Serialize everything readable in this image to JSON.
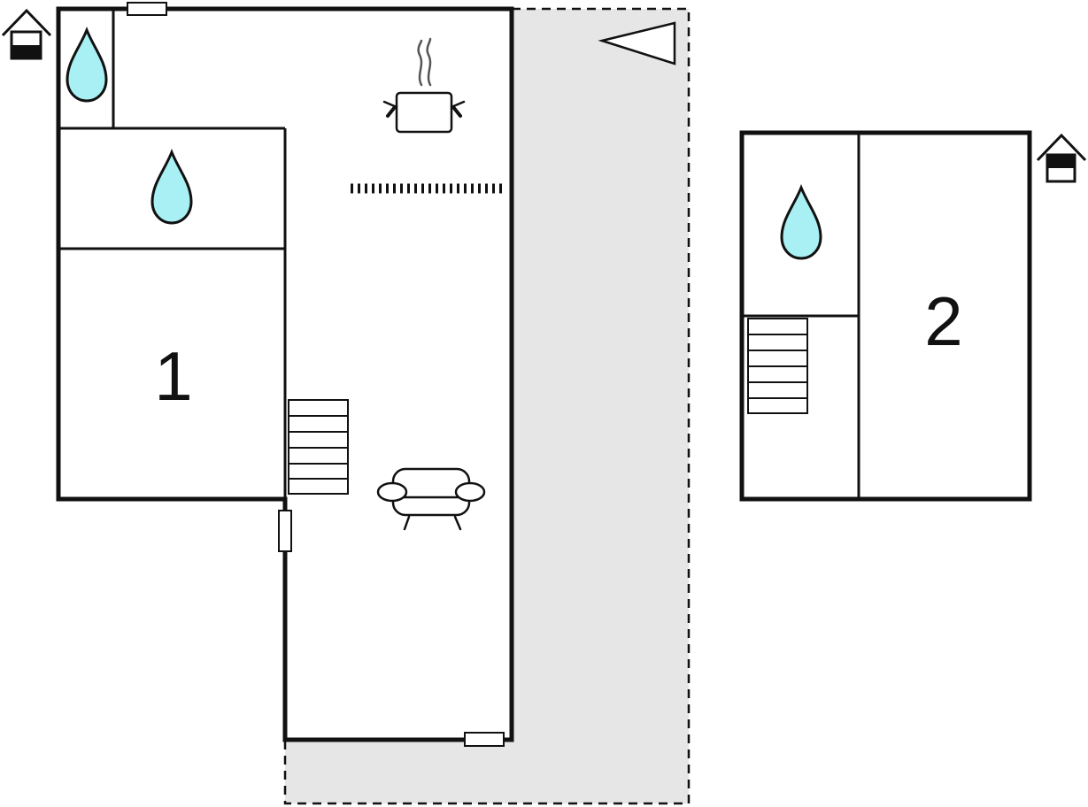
{
  "floors": [
    {
      "id": "floor-1",
      "label": "1"
    },
    {
      "id": "floor-2",
      "label": "2"
    }
  ],
  "colors": {
    "wall": "#111111",
    "terrace": "#e6e6e6",
    "water": "#a8f0f3",
    "background": "#ffffff"
  },
  "icons": [
    "house-level-icon",
    "water-drop-icon",
    "cooking-pot-icon",
    "armchair-icon",
    "staircase-icon",
    "window-icon",
    "north-arrow-icon"
  ]
}
